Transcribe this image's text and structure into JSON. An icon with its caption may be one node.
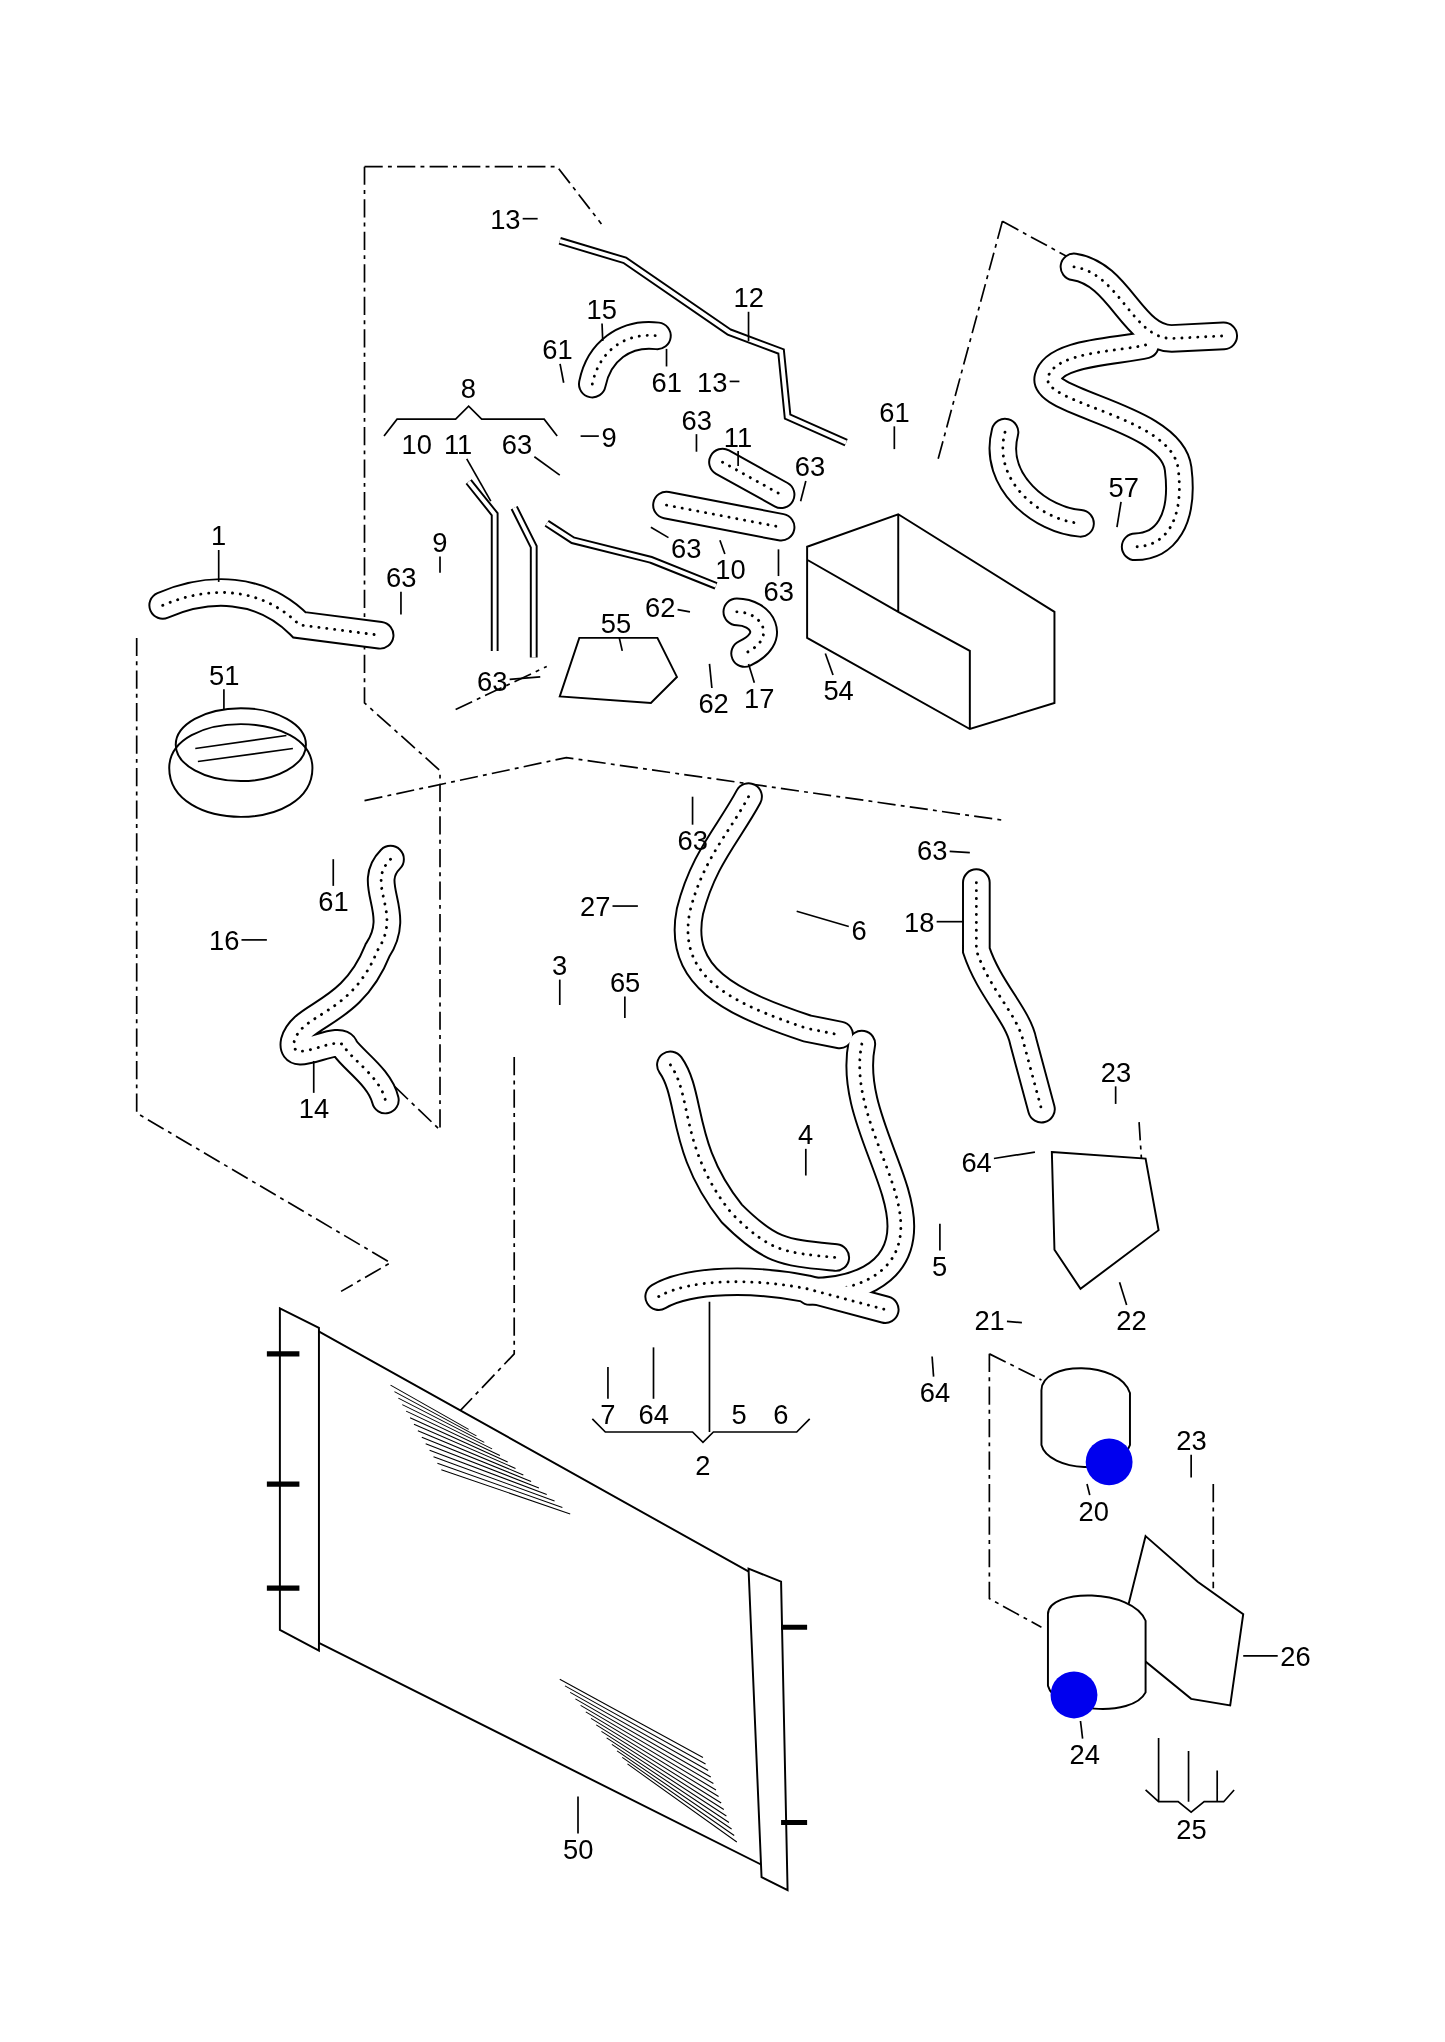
{
  "diagram": {
    "nodes": [
      {
        "text": [
          "13"
        ]
      },
      {
        "text": [
          "12"
        ]
      },
      {
        "text": [
          "15"
        ]
      },
      {
        "text": [
          "61"
        ]
      },
      {
        "text": [
          "61"
        ]
      },
      {
        "text": [
          "13"
        ]
      },
      {
        "text": [
          "11"
        ]
      },
      {
        "text": [
          "63"
        ]
      },
      {
        "text": [
          "9"
        ]
      },
      {
        "text": [
          "63"
        ]
      },
      {
        "text": [
          "11"
        ]
      },
      {
        "text": [
          "61"
        ]
      },
      {
        "text": [
          "63"
        ]
      },
      {
        "text": [
          "57"
        ]
      },
      {
        "text": [
          "1"
        ]
      },
      {
        "text": [
          "9"
        ]
      },
      {
        "text": [
          "63"
        ]
      },
      {
        "text": [
          "10"
        ]
      },
      {
        "text": [
          "63"
        ]
      },
      {
        "text": [
          "63"
        ]
      },
      {
        "text": [
          "62"
        ]
      },
      {
        "text": [
          "55"
        ]
      },
      {
        "text": [
          "51"
        ]
      },
      {
        "text": [
          "63"
        ]
      },
      {
        "text": [
          "62"
        ]
      },
      {
        "text": [
          "17"
        ]
      },
      {
        "text": [
          "54"
        ]
      },
      {
        "text": [
          "63"
        ]
      },
      {
        "text": [
          "63"
        ]
      },
      {
        "text": [
          "61"
        ]
      },
      {
        "text": [
          "27"
        ]
      },
      {
        "text": [
          "6"
        ]
      },
      {
        "text": [
          "18"
        ]
      },
      {
        "text": [
          "16"
        ]
      },
      {
        "text": [
          "3"
        ]
      },
      {
        "text": [
          "65"
        ]
      },
      {
        "text": [
          "14"
        ]
      },
      {
        "text": [
          "23"
        ]
      },
      {
        "text": [
          "4"
        ]
      },
      {
        "text": [
          "64"
        ]
      },
      {
        "text": [
          "5"
        ]
      },
      {
        "text": [
          "21"
        ]
      },
      {
        "text": [
          "22"
        ]
      },
      {
        "text": [
          "64"
        ]
      },
      {
        "text": [
          "7"
        ]
      },
      {
        "text": [
          "64"
        ]
      },
      {
        "text": [
          "23"
        ]
      },
      {
        "text": [
          "20"
        ]
      },
      {
        "text": [
          "26"
        ]
      },
      {
        "text": [
          "24"
        ]
      },
      {
        "text": [
          "50"
        ]
      }
    ],
    "edges": [
      {
        "from": 0,
        "to": null,
        "arrow": "none"
      },
      {
        "from": 1,
        "to": null,
        "arrow": "none"
      },
      {
        "from": 2,
        "to": null,
        "arrow": "none"
      },
      {
        "from": 3,
        "to": null,
        "arrow": "none"
      },
      {
        "from": 4,
        "to": null,
        "arrow": "none"
      },
      {
        "from": 5,
        "to": null,
        "arrow": "none"
      },
      {
        "from": 6,
        "to": null,
        "arrow": "none"
      },
      {
        "from": 7,
        "to": null,
        "arrow": "none"
      },
      {
        "from": 8,
        "to": null,
        "arrow": "none"
      },
      {
        "from": 9,
        "to": null,
        "arrow": "none"
      },
      {
        "from": 10,
        "to": null,
        "arrow": "none"
      },
      {
        "from": 11,
        "to": null,
        "arrow": "none"
      },
      {
        "from": 12,
        "to": null,
        "arrow": "none"
      },
      {
        "from": 13,
        "to": null,
        "arrow": "none"
      },
      {
        "from": 14,
        "to": null,
        "arrow": "none"
      },
      {
        "from": 15,
        "to": null,
        "arrow": "none"
      },
      {
        "from": 16,
        "to": null,
        "arrow": "none"
      },
      {
        "from": 17,
        "to": null,
        "arrow": "none"
      },
      {
        "from": 18,
        "to": null,
        "arrow": "none"
      },
      {
        "from": 19,
        "to": null,
        "arrow": "none"
      },
      {
        "from": 20,
        "to": null,
        "arrow": "none"
      },
      {
        "from": 21,
        "to": null,
        "arrow": "none"
      },
      {
        "from": 22,
        "to": null,
        "arrow": "none"
      },
      {
        "from": 23,
        "to": null,
        "arrow": "none"
      },
      {
        "from": 24,
        "to": null,
        "arrow": "none"
      },
      {
        "from": 25,
        "to": null,
        "arrow": "none"
      },
      {
        "from": 26,
        "to": null,
        "arrow": "none"
      },
      {
        "from": 27,
        "to": null,
        "arrow": "none"
      },
      {
        "from": 28,
        "to": null,
        "arrow": "none"
      },
      {
        "from": 29,
        "to": null,
        "arrow": "none"
      },
      {
        "from": 30,
        "to": null,
        "arrow": "none"
      },
      {
        "from": 31,
        "to": null,
        "arrow": "none"
      },
      {
        "from": 32,
        "to": null,
        "arrow": "none"
      },
      {
        "from": 33,
        "to": null,
        "arrow": "none"
      },
      {
        "from": 34,
        "to": null,
        "arrow": "none"
      },
      {
        "from": 35,
        "to": null,
        "arrow": "none"
      },
      {
        "from": 36,
        "to": null,
        "arrow": "none"
      },
      {
        "from": 37,
        "to": null,
        "arrow": "none"
      },
      {
        "from": 38,
        "to": null,
        "arrow": "none"
      },
      {
        "from": 39,
        "to": null,
        "arrow": "none"
      },
      {
        "from": 40,
        "to": null,
        "arrow": "none"
      },
      {
        "from": 41,
        "to": null,
        "arrow": "none"
      },
      {
        "from": 42,
        "to": null,
        "arrow": "none"
      },
      {
        "from": 43,
        "to": null,
        "arrow": "none"
      },
      {
        "from": 44,
        "to": null,
        "arrow": "none"
      },
      {
        "from": 45,
        "to": null,
        "arrow": "none"
      },
      {
        "from": 46,
        "to": null,
        "arrow": "none"
      },
      {
        "from": 47,
        "to": null,
        "arrow": "none"
      },
      {
        "from": 48,
        "to": null,
        "arrow": "none"
      },
      {
        "from": 49,
        "to": null,
        "arrow": "none"
      },
      {
        "from": 50,
        "to": null,
        "arrow": "none"
      }
    ],
    "labels": [
      "8",
      "10",
      "5",
      "6",
      "2",
      "25"
    ]
  }
}
